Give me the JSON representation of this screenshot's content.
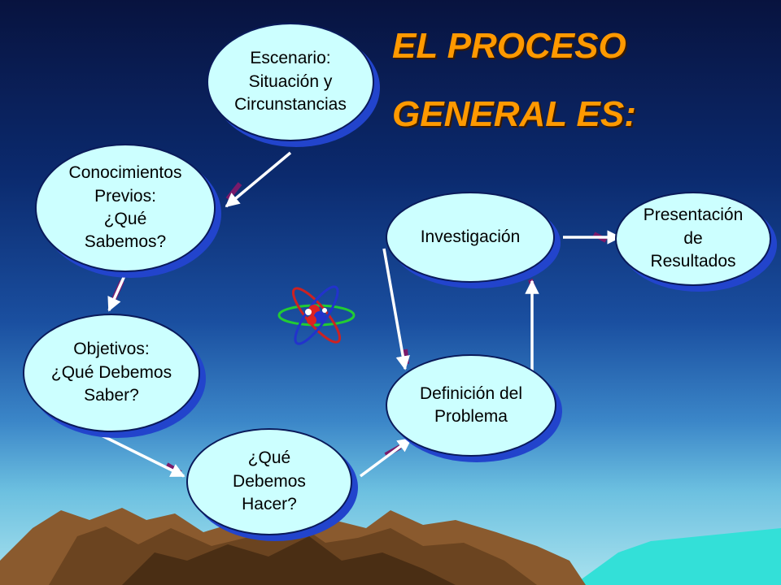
{
  "slide": {
    "title_line1": "EL PROCESO",
    "title_line2": "GENERAL ES:"
  },
  "nodes": {
    "escenario": "Escenario:\nSituación y\nCircunstancias",
    "conocimientos": "Conocimientos\nPrevios:\n¿Qué\nSabemos?",
    "objetivos": "Objetivos:\n¿Qué Debemos\nSaber?",
    "que_hacer": "¿Qué\nDebemos\nHacer?",
    "definicion": "Definición del\nProblema",
    "investigacion": "Investigación",
    "presentacion": "Presentación\nde\nResultados"
  },
  "colors": {
    "title": "#ff9900",
    "node_fill": "#ccffff",
    "node_shadow": "#2244cc",
    "arrow": "#ffffff",
    "arrow_accent": "#7a1a6a"
  },
  "icons": {
    "center": "atom-icon"
  }
}
